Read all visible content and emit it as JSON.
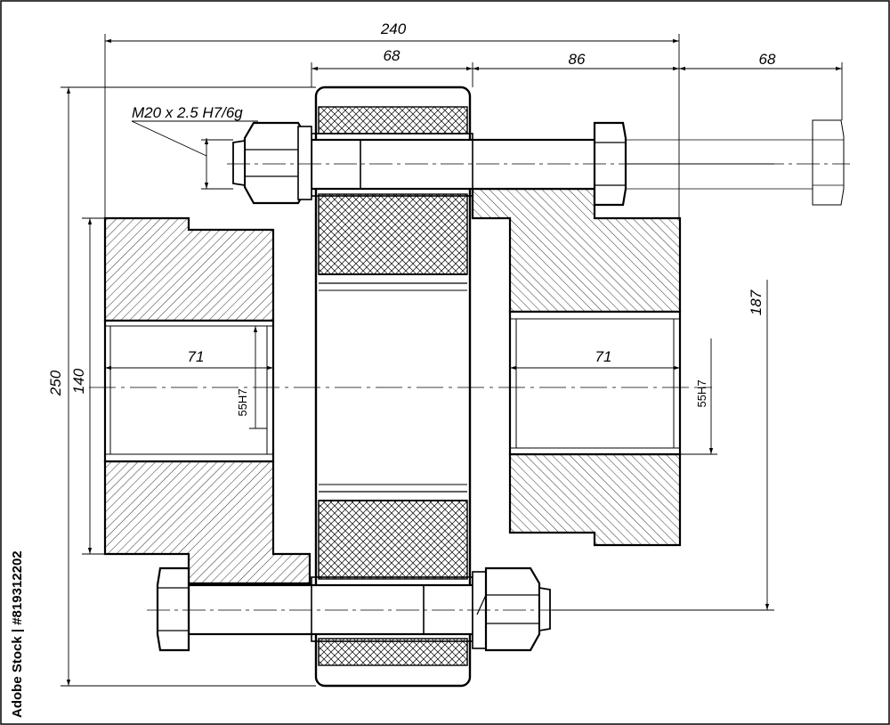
{
  "dimensions": {
    "overall_width": "240",
    "hub_width": "68",
    "right_segment": "86",
    "bolt_extension": "68",
    "thread_callout": "M20 x 2.5 H7/6g",
    "overall_height": "250",
    "bore_height": "140",
    "left_bore_depth": "71",
    "right_bore_depth": "71",
    "left_bore_fit": "55H7",
    "right_bore_fit": "55H7",
    "bolt_circle_height": "187"
  },
  "watermark": {
    "text": "Adobe Stock | #819312202"
  },
  "colors": {
    "line": "#000000",
    "background": "#ffffff"
  }
}
